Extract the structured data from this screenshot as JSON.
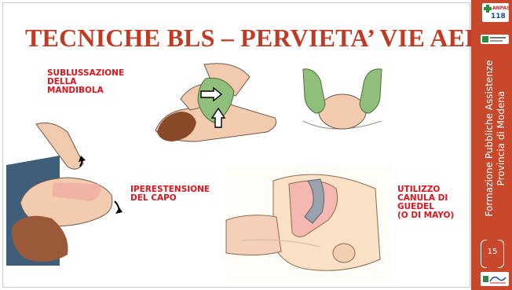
{
  "slide": {
    "title": "TECNICHE BLS – PERVIETA’ VIE AEREE",
    "labels": {
      "sublussazione": "SUBLUSSAZIONE\nDELLA\nMANDIBOLA",
      "iperestensione": "IPERESTENSIONE\nDEL CAPO",
      "cannula": "UTILIZZO\nCANULA DI\nGUEDEL\n(O DI MAYO)"
    },
    "page_number": "15"
  },
  "sidebar": {
    "vertical_text_line1": "Formazione Pubbliche Assistenze",
    "vertical_text_line2": "Provincia di Modena",
    "logo_top_text": "ANPAS",
    "logo_mid_text": "118"
  },
  "colors": {
    "accent": "#c9482b",
    "title": "#c23a23",
    "label": "#e0141c",
    "glove": "#8fbf7a",
    "skin": "#f3ccb0"
  }
}
